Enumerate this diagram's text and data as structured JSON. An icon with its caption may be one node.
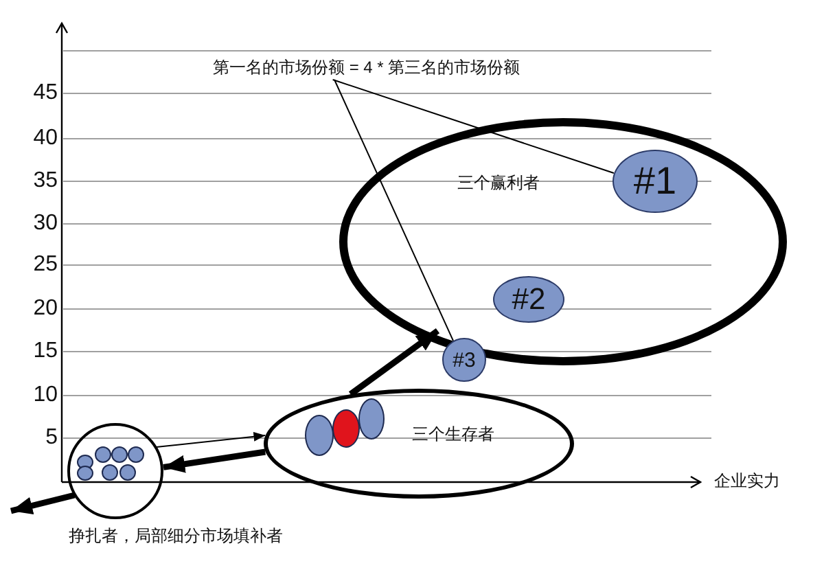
{
  "diagram": {
    "nodes": [
      {
        "text": [
          "三个赢利者"
        ]
      },
      {
        "text": [
          "#1"
        ],
        "in": 0
      },
      {
        "text": [
          "#2"
        ],
        "in": 0
      },
      {
        "text": [
          "#3"
        ]
      },
      {
        "text": [
          "三个生存者"
        ]
      },
      {
        "text": [],
        "shape": "circle",
        "in": 4
      },
      {
        "text": [],
        "shape": "circle",
        "in": 4
      },
      {
        "text": [],
        "shape": "circle",
        "in": 4
      },
      {
        "text": [
          "挣扎者，局部细分市场填补者"
        ]
      },
      {
        "text": [],
        "shape": "circle",
        "in": 8
      },
      {
        "text": [],
        "shape": "circle",
        "in": 8
      },
      {
        "text": [],
        "shape": "circle",
        "in": 8
      },
      {
        "text": [],
        "shape": "circle",
        "in": 8
      },
      {
        "text": [],
        "shape": "circle",
        "in": 8
      },
      {
        "text": [],
        "shape": "circle",
        "in": 8
      },
      {
        "text": [],
        "shape": "circle",
        "in": 8
      },
      {
        "text": [
          "第一名的市场份额 = 4 * 第三名的市场份额"
        ]
      }
    ],
    "edges": [
      {
        "from": 16,
        "to": 1,
        "arrow": "none"
      },
      {
        "from": 16,
        "to": 3,
        "arrow": "none"
      },
      {
        "from": 4,
        "to": 0,
        "arrow": "to",
        "style": "thick"
      },
      {
        "from": 4,
        "to": 8,
        "arrow": "to",
        "style": "thick"
      },
      {
        "from": 8,
        "to": null,
        "arrow": "to",
        "style": "thick"
      },
      {
        "from": 8,
        "to": 4,
        "arrow": "to"
      }
    ],
    "labels": [
      "45",
      "40",
      "35",
      "30",
      "25",
      "20",
      "15",
      "10",
      "5",
      "企业实力"
    ]
  }
}
